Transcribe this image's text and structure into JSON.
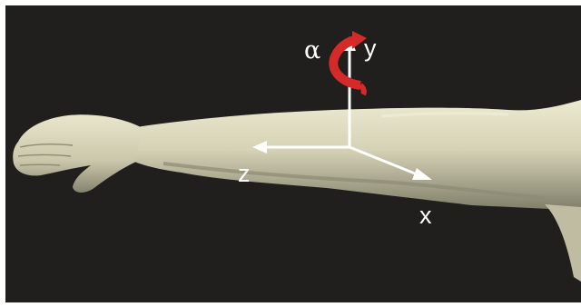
{
  "labels": {
    "alpha": "α",
    "y_axis": "y",
    "z_axis": "z",
    "x_axis": "x"
  },
  "colors": {
    "background": "#211e1e",
    "arm_skin": "#d5d2b6",
    "axis_arrows": "#ffffff",
    "rotation_arrow": "#d42a2a"
  }
}
